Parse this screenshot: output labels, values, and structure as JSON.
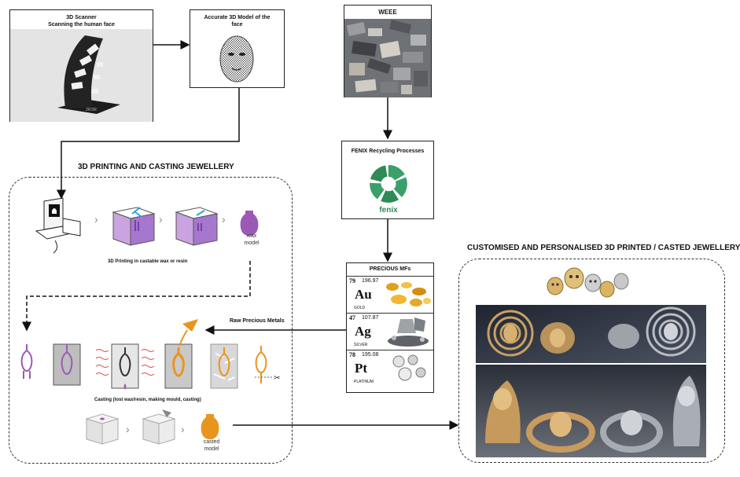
{
  "scanner": {
    "title_line1": "3D Scanner",
    "title_line2": "Scanning the human face",
    "brand": "ZKOR"
  },
  "model": {
    "title": "Accurate 3D Model of the face"
  },
  "weee": {
    "title": "WEEE"
  },
  "fenix_process": {
    "title": "FENIX Recycling Processes",
    "logo_text": "fenix"
  },
  "printing_section": {
    "title": "3D PRINTING AND CASTING JEWELLERY",
    "printing_caption": "3D Printing in castable wax or resin",
    "wax_label_line1": "wax",
    "wax_label_line2": "model",
    "casting_caption": "Casting (lost wax/resin, making mould, casting)",
    "casted_label_line1": "casted",
    "casted_label_line2": "model"
  },
  "raw_metals_label": "Raw Precious Metals",
  "precious": {
    "title": "PRECIOUS MFs",
    "elements": [
      {
        "number": "79",
        "mass": "196.97",
        "symbol": "Au",
        "name": "GOLD"
      },
      {
        "number": "47",
        "mass": "107.87",
        "symbol": "Ag",
        "name": "SILVER"
      },
      {
        "number": "78",
        "mass": "195.08",
        "symbol": "Pt",
        "name": "PLATINUM"
      }
    ]
  },
  "jewellery_section": {
    "title": "CUSTOMISED AND PERSONALISED 3D PRINTED / CASTED JEWELLERY"
  },
  "colors": {
    "wax": "#9b59b6",
    "metal": "#e8951e",
    "fenix_green": "#2e8b57",
    "photo_dark": "#3a3f4a"
  }
}
